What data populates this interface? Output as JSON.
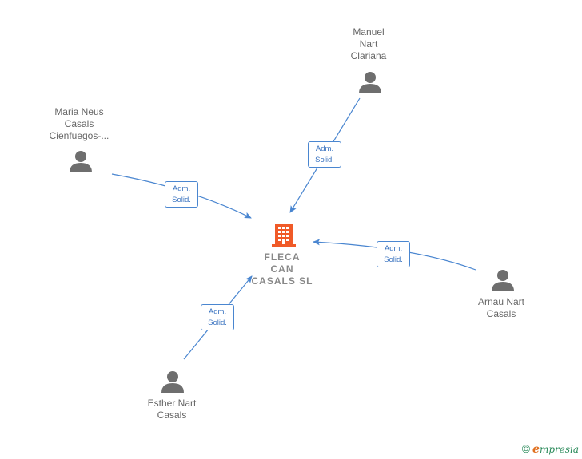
{
  "company": {
    "name_lines": [
      "FLECA",
      "CAN",
      "CASALS  SL"
    ],
    "color": "#f05a28"
  },
  "people": [
    {
      "id": "manuel",
      "name_lines": [
        "Manuel",
        "Nart",
        "Clariana"
      ],
      "icon": "person-icon"
    },
    {
      "id": "maria",
      "name_lines": [
        "Maria Neus",
        "Casals",
        "Cienfuegos-..."
      ],
      "icon": "person-icon"
    },
    {
      "id": "arnau",
      "name_lines": [
        "Arnau Nart",
        "Casals"
      ],
      "icon": "person-icon"
    },
    {
      "id": "esther",
      "name_lines": [
        "Esther Nart",
        "Casals"
      ],
      "icon": "person-icon"
    }
  ],
  "relations": [
    {
      "from": "manuel",
      "role_lines": [
        "Adm.",
        "Solid."
      ]
    },
    {
      "from": "maria",
      "role_lines": [
        "Adm.",
        "Solid."
      ]
    },
    {
      "from": "arnau",
      "role_lines": [
        "Adm.",
        "Solid."
      ]
    },
    {
      "from": "esther",
      "role_lines": [
        "Adm.",
        "Solid."
      ]
    }
  ],
  "colors": {
    "edge": "#4a86d0",
    "person_icon": "#6e6e6e",
    "label_text": "#666666"
  },
  "footer": {
    "copyright_symbol": "©",
    "brand_initial": "e",
    "brand_rest": "mpresia"
  }
}
